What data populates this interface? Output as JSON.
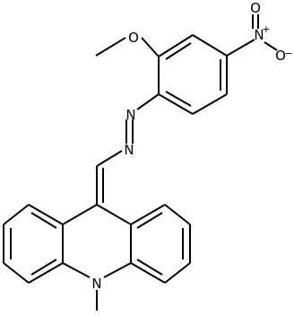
{
  "molecule": {
    "atoms": {
      "methoxy_O": "O",
      "nitro_N": "N",
      "nitro_N_charge": "+",
      "nitro_O_top": "O",
      "nitro_O_right": "O",
      "nitro_O_right_charge": "−",
      "azo_N_upper": "N",
      "azo_N_lower": "N",
      "acridine_N": "N"
    }
  },
  "colors": {
    "bond": "#000000",
    "background": "#ffffff"
  }
}
